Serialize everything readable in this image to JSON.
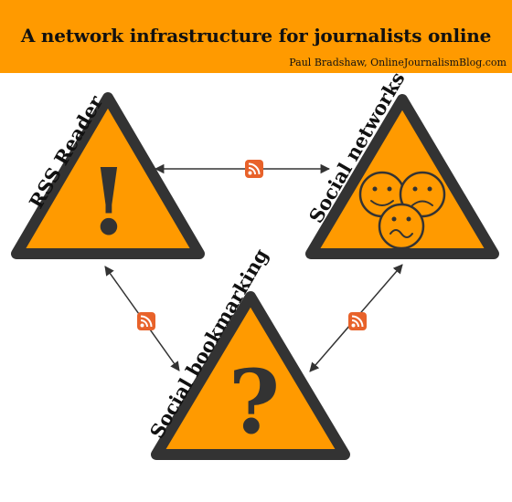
{
  "header": {
    "title": "A network infrastructure for journalists online",
    "credit": "Paul Bradshaw, OnlineJournalismBlog.com"
  },
  "nodes": [
    {
      "label": "RSS Reader",
      "symbol": "!",
      "icon": "exclamation-icon"
    },
    {
      "label": "Social networks",
      "symbol": "",
      "icon": "faces-icon"
    },
    {
      "label": "Social bookmarking",
      "symbol": "?",
      "icon": "question-icon"
    }
  ],
  "connectors": [
    {
      "from": "RSS Reader",
      "to": "Social networks",
      "icon": "rss-feed-icon"
    },
    {
      "from": "RSS Reader",
      "to": "Social bookmarking",
      "icon": "rss-feed-icon"
    },
    {
      "from": "Social networks",
      "to": "Social bookmarking",
      "icon": "rss-feed-icon"
    }
  ],
  "colors": {
    "banner": "#ff9a00",
    "triangle_fill": "#ff9a00",
    "triangle_stroke": "#333333",
    "rss_icon": "#e8622a"
  }
}
